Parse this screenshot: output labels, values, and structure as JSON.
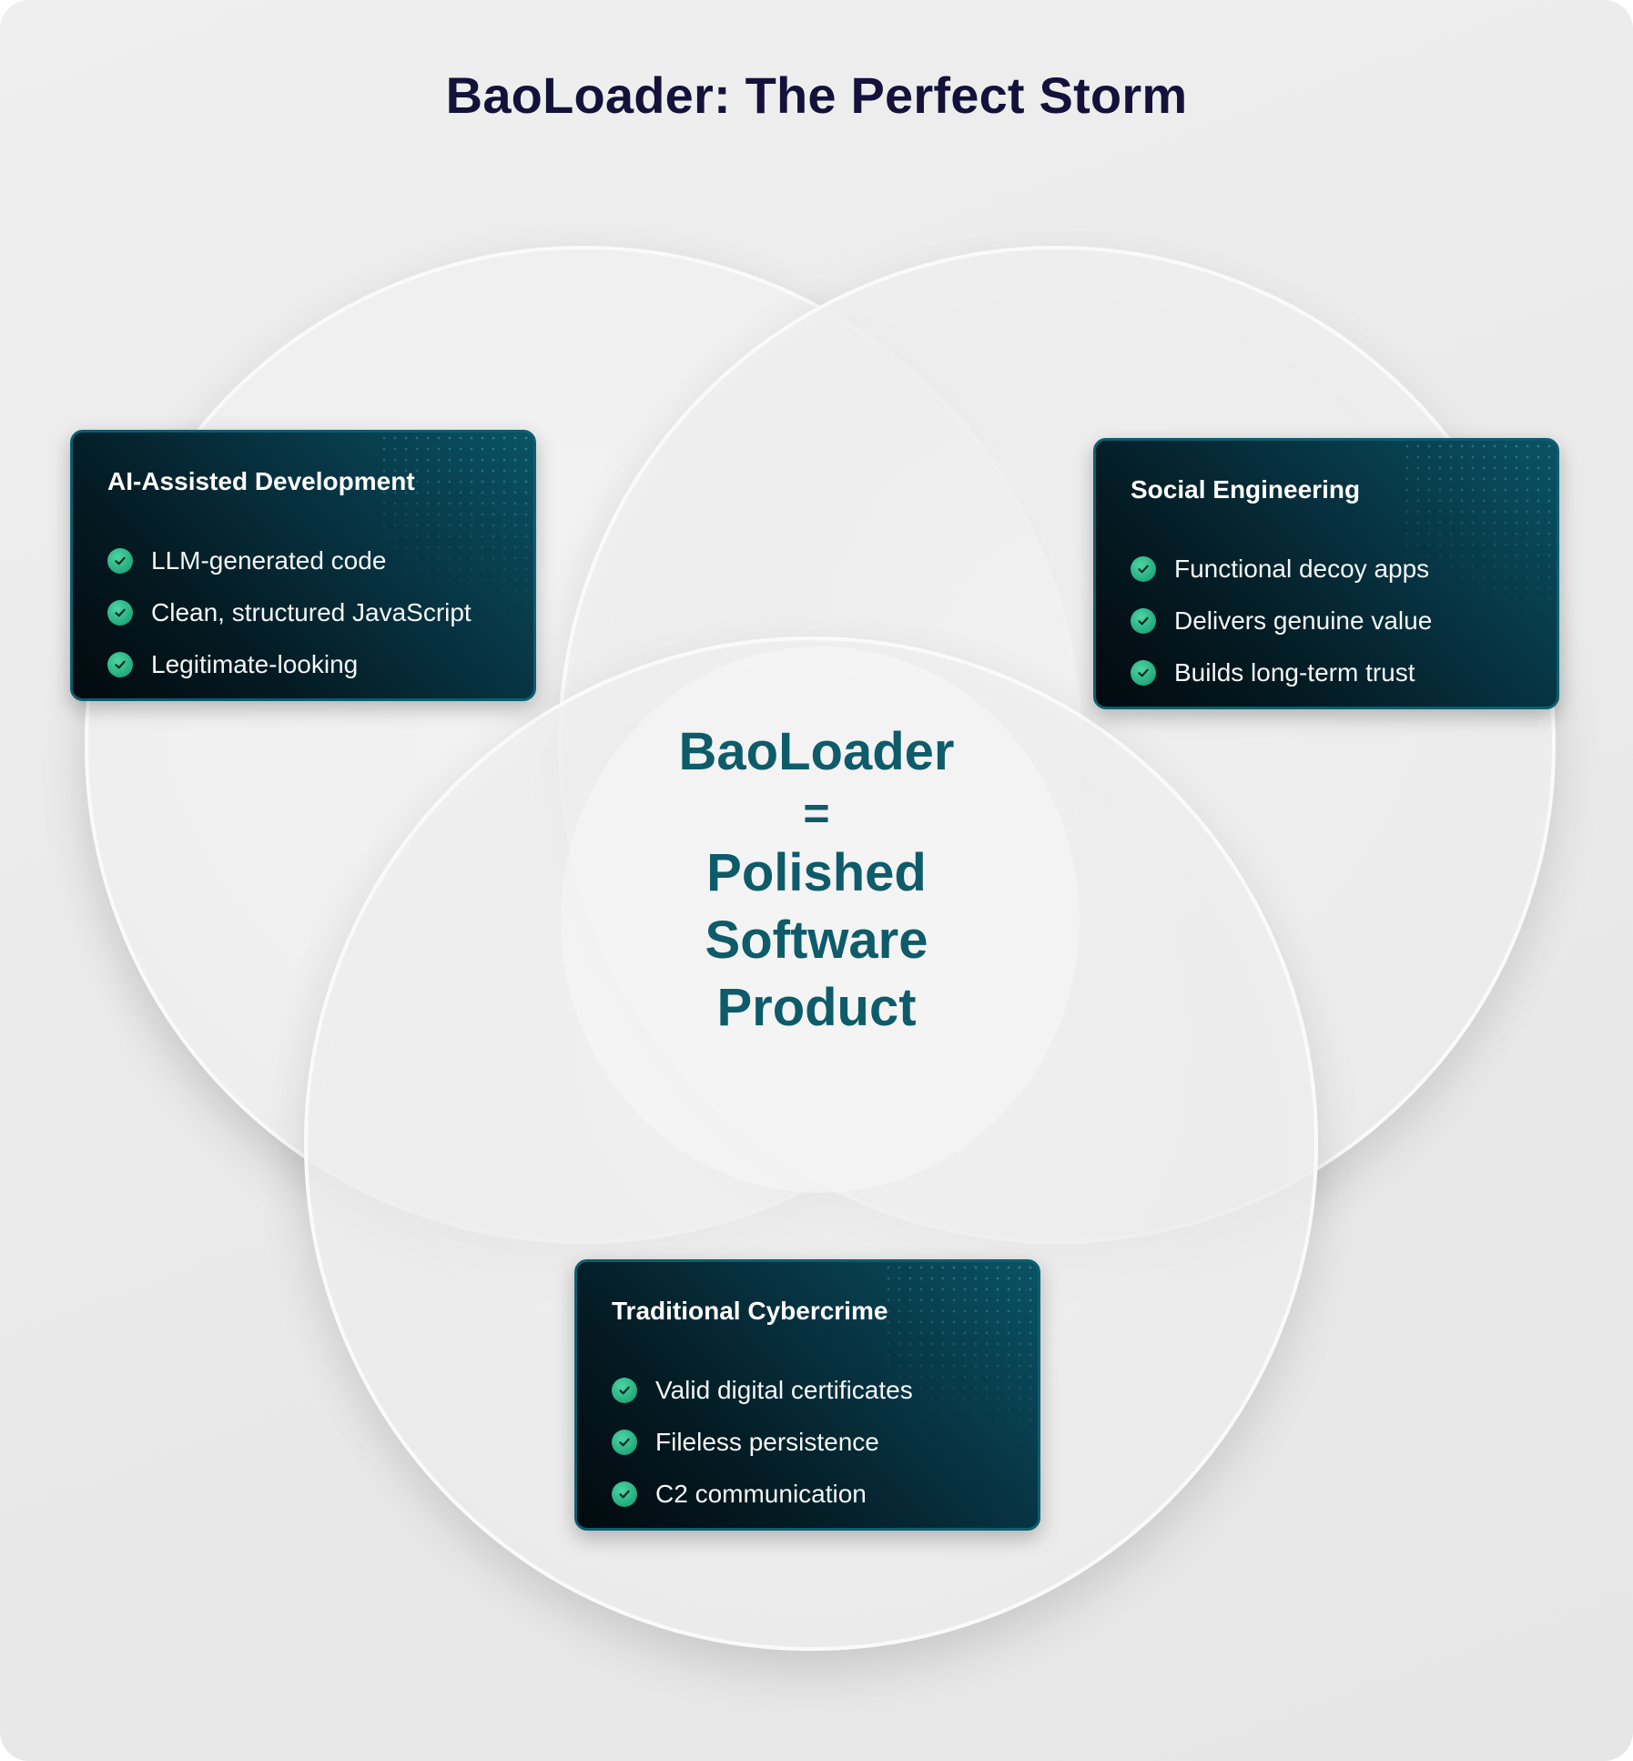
{
  "title": "BaoLoader: The Perfect Storm",
  "center": {
    "name": "BaoLoader",
    "equals": "=",
    "lines": [
      "Polished",
      "Software",
      "Product"
    ]
  },
  "cards": [
    {
      "title": "AI-Assisted Development",
      "items": [
        "LLM-generated code",
        "Clean, structured JavaScript",
        "Legitimate-looking"
      ]
    },
    {
      "title": "Social Engineering",
      "items": [
        "Functional decoy apps",
        "Delivers genuine value",
        "Builds long-term trust"
      ]
    },
    {
      "title": "Traditional Cybercrime",
      "items": [
        "Valid digital certificates",
        "Fileless persistence",
        "C2 communication"
      ]
    }
  ],
  "colors": {
    "title": "#14123a",
    "center_text": "#0e5b6a",
    "card_border": "#0c5e70",
    "check": "#22a97c"
  },
  "icons": {
    "bullet": "check-circle-icon"
  }
}
